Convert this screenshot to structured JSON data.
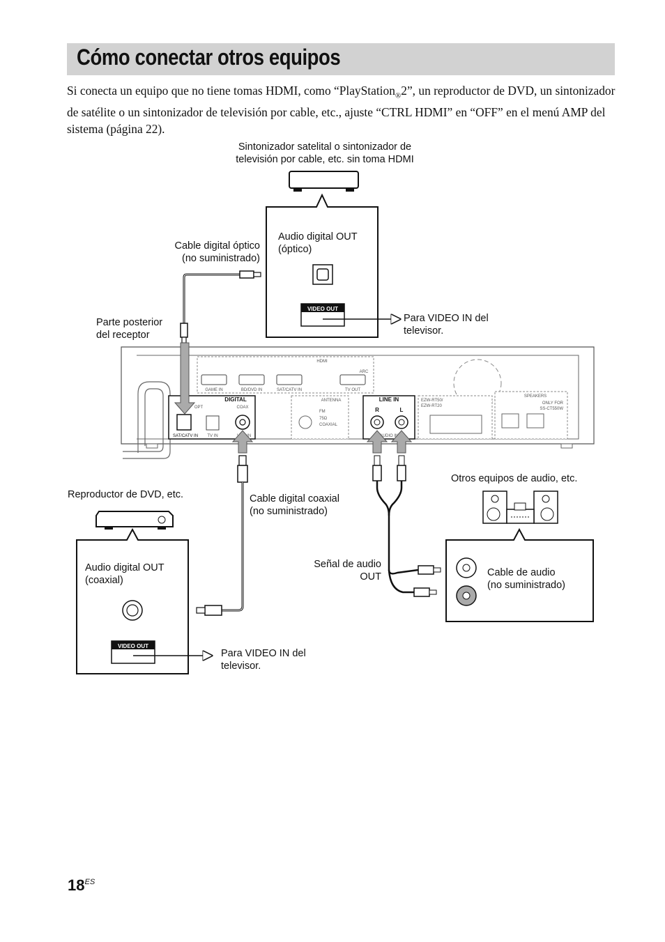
{
  "title": "Cómo conectar otros equipos",
  "intro": {
    "part1": "Si conecta un equipo que no tiene tomas HDMI, como “PlayStation",
    "reg": "®",
    "part2": "2”, un reproductor de DVD, un sintonizador de satélite o un sintonizador de televisión por cable, etc., ajuste “CTRL HDMI” en “OFF” en el menú AMP del sistema (página 22)."
  },
  "labels": {
    "sat_tuner": "Sintonizador satelital o sintonizador de\ntelevisión por cable, etc. sin toma HDMI",
    "optical_cable": "Cable digital óptico\n(no suministrado)",
    "audio_out_optical": "Audio digital OUT\n(óptico)",
    "rear_receiver": "Parte posterior\ndel receptor",
    "video_in_1": "Para VIDEO IN del\ntelevisor.",
    "dvd_player": "Reproductor de DVD, etc.",
    "coax_cable": "Cable digital coaxial\n(no suministrado)",
    "other_audio": "Otros equipos de audio, etc.",
    "audio_out_coax": "Audio digital OUT\n(coaxial)",
    "audio_signal_out": "Señal de audio\nOUT",
    "audio_cable": "Cable de audio\n(no suministrado)",
    "video_in_2": "Para VIDEO IN del\ntelevisor."
  },
  "panel": {
    "video_out": "VIDEO OUT",
    "hdmi": "HDMI",
    "arc": "ARC",
    "game_in": "GAME IN",
    "bd_dvd_in": "BD/DVD IN",
    "sat_catv_in": "SAT/CATV IN",
    "tv_out": "TV OUT",
    "digital": "DIGITAL",
    "opt": "OPT",
    "coax": "COAX",
    "sat_catv_in_opt": "SAT/CATV IN",
    "tv_in": "TV IN",
    "vcr_in": "VCR IN",
    "antenna": "ANTENNA",
    "fm": "FM",
    "ohm": "75Ω",
    "coaxial": "COAXIAL",
    "line_in": "LINE IN",
    "r": "R",
    "l": "L",
    "audio_in": "AUDIO IN",
    "ezw": "EZW-RT50/",
    "ezw2": "EZW-RT20",
    "speakers": "SPEAKERS",
    "only_for": "ONLY FOR",
    "model": "SS-CT550W"
  },
  "page": {
    "number": "18",
    "suffix": "ES"
  }
}
